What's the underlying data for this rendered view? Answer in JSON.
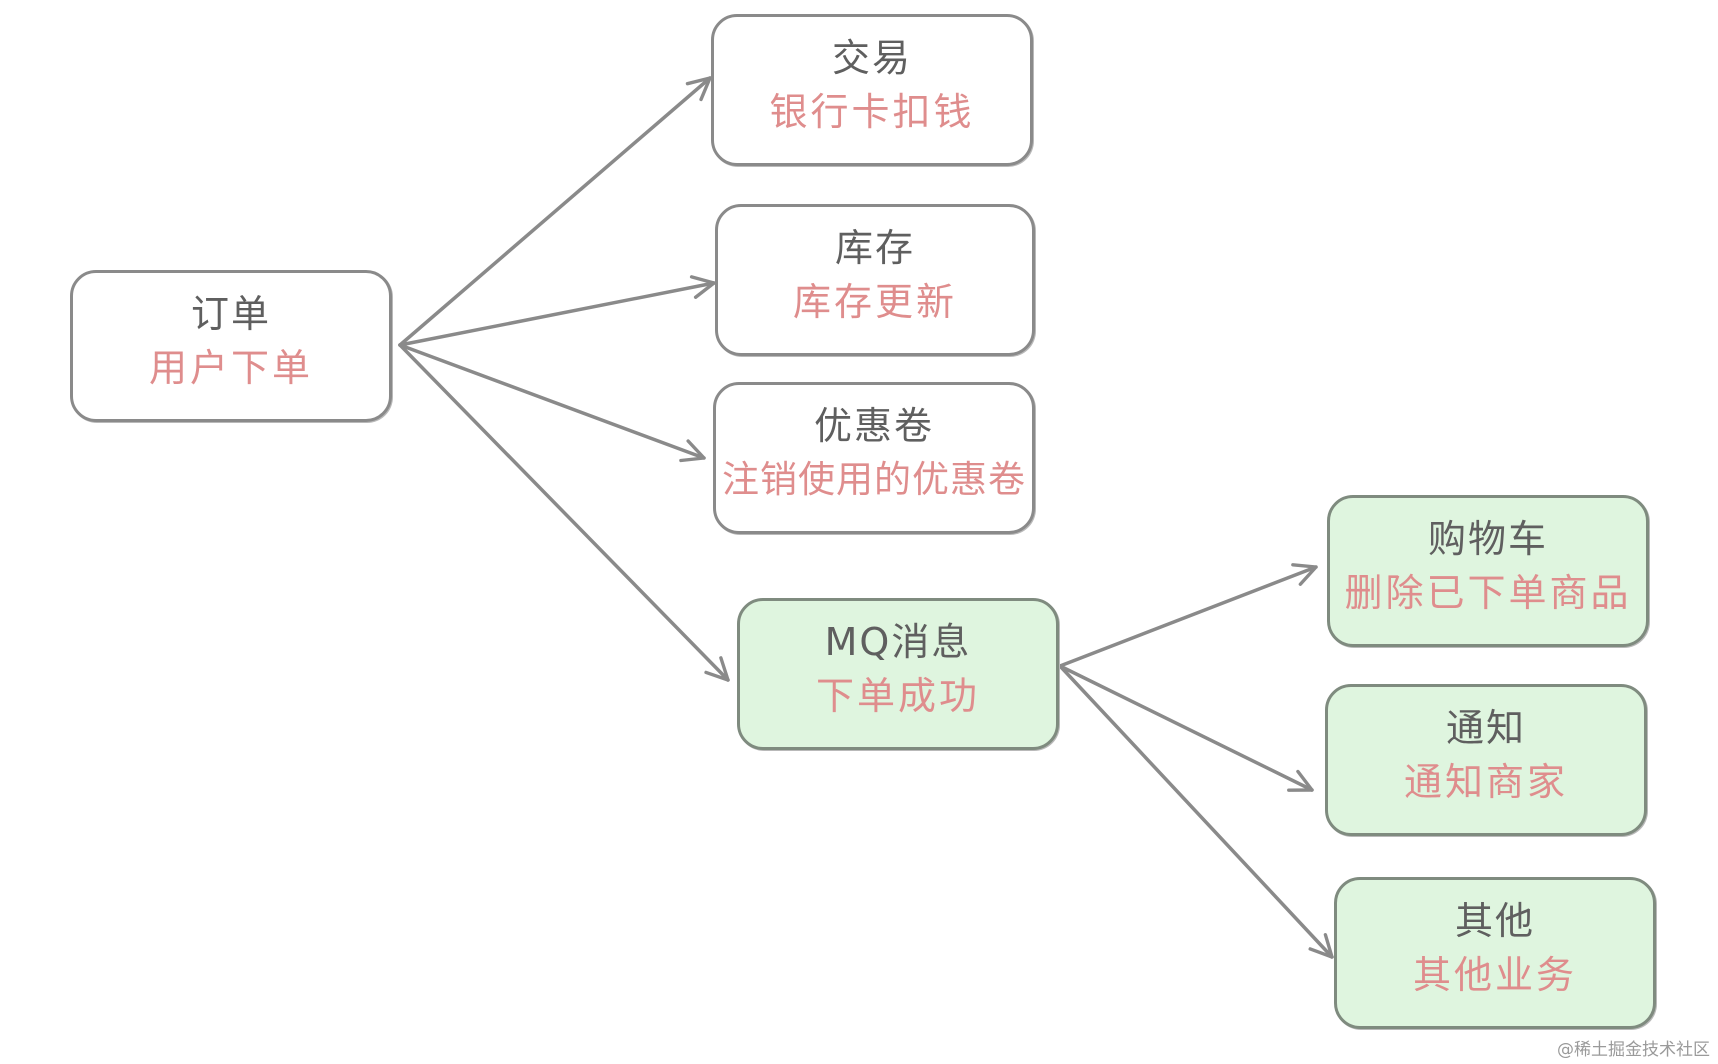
{
  "nodes": {
    "order": {
      "title": "订单",
      "subtitle": "用户下单"
    },
    "trade": {
      "title": "交易",
      "subtitle": "银行卡扣钱"
    },
    "stock": {
      "title": "库存",
      "subtitle": "库存更新"
    },
    "coupon": {
      "title": "优惠卷",
      "subtitle": "注销使用的优惠卷"
    },
    "mq": {
      "title": "MQ消息",
      "subtitle": "下单成功"
    },
    "cart": {
      "title": "购物车",
      "subtitle": "删除已下单商品"
    },
    "notify": {
      "title": "通知",
      "subtitle": "通知商家"
    },
    "other": {
      "title": "其他",
      "subtitle": "其他业务"
    }
  },
  "colors": {
    "box_border": "#8a8a8a",
    "title_text": "#5f5f5f",
    "subtitle_text": "#df8d8d",
    "green_fill": "#dff5df",
    "arrow": "#8a8a8a"
  },
  "watermark": "@稀土掘金技术社区"
}
